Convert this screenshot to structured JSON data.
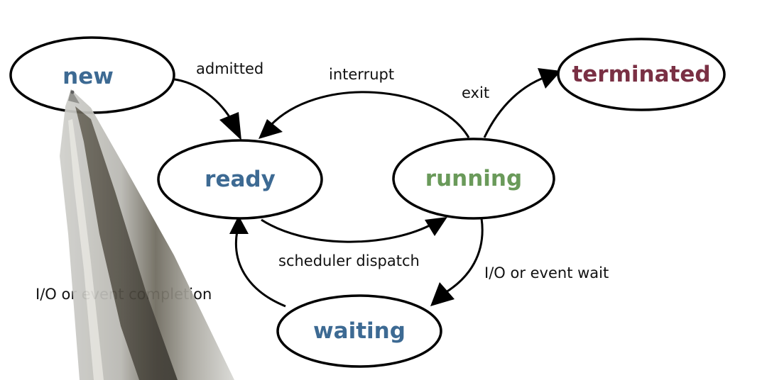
{
  "states": {
    "new": {
      "label": "new",
      "color": "#3d6a93"
    },
    "ready": {
      "label": "ready",
      "color": "#3d6a93"
    },
    "running": {
      "label": "running",
      "color": "#6a9a5a"
    },
    "waiting": {
      "label": "waiting",
      "color": "#3d6a93"
    },
    "terminated": {
      "label": "terminated",
      "color": "#7a3044"
    }
  },
  "transitions": {
    "admitted": "admitted",
    "interrupt": "interrupt",
    "exit": "exit",
    "scheduler_dispatch": "scheduler dispatch",
    "io_event_wait": "I/O or event wait",
    "io_event_completion": "I/O or event completion"
  },
  "decoration": {
    "pen": "stylus-pen-image"
  }
}
